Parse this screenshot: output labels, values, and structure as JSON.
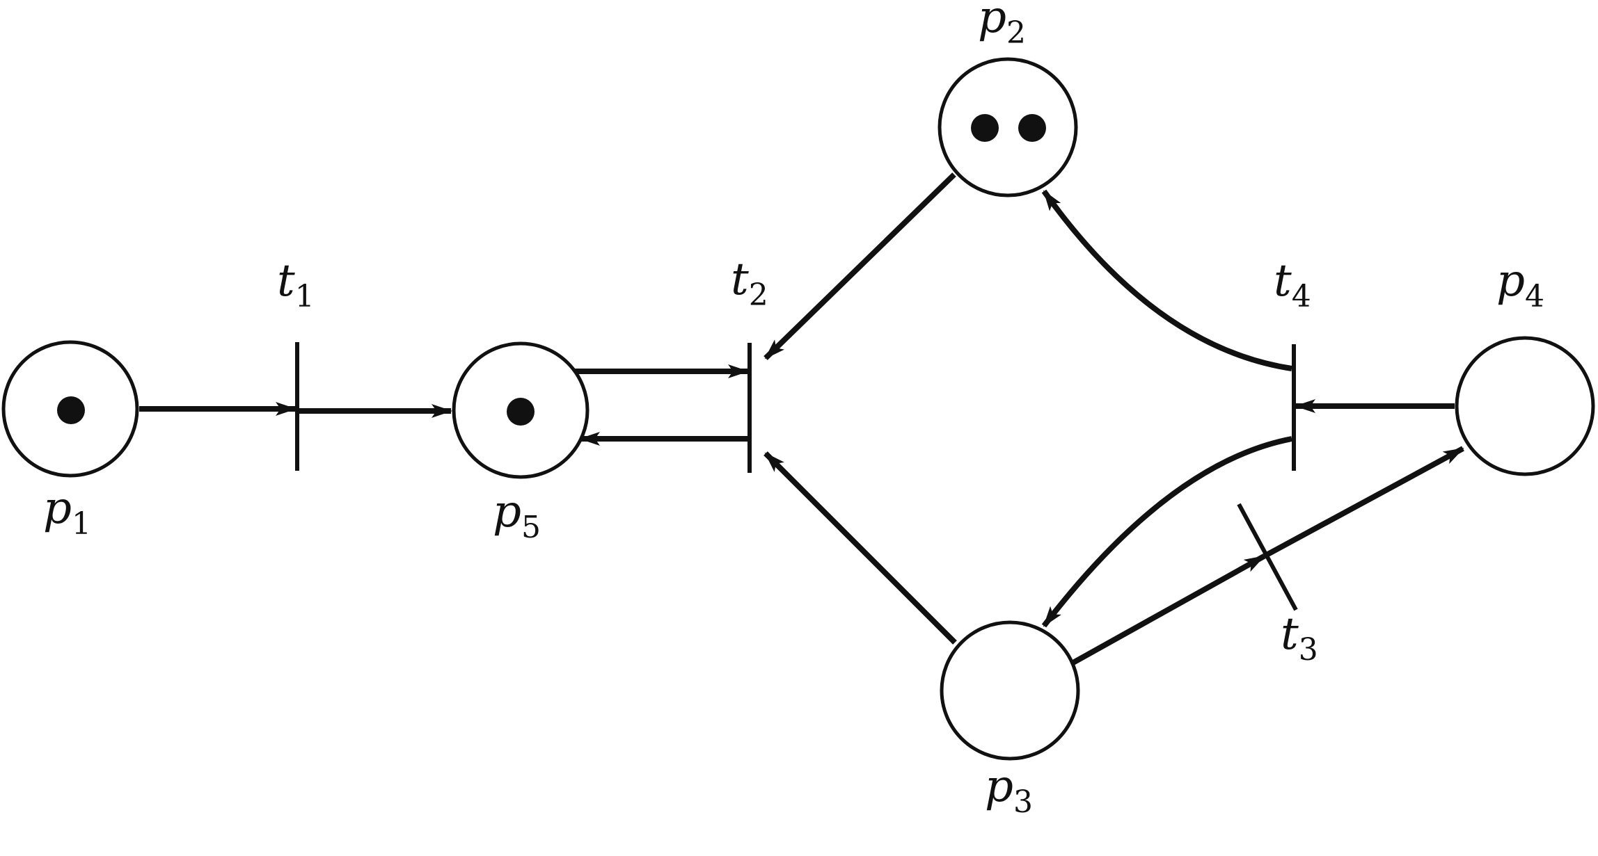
{
  "places": [
    {
      "id": "p1",
      "label": {
        "letter": "p",
        "sub": "1"
      },
      "tokens": 1
    },
    {
      "id": "p2",
      "label": {
        "letter": "p",
        "sub": "2"
      },
      "tokens": 2
    },
    {
      "id": "p3",
      "label": {
        "letter": "p",
        "sub": "3"
      },
      "tokens": 0
    },
    {
      "id": "p4",
      "label": {
        "letter": "p",
        "sub": "4"
      },
      "tokens": 0
    },
    {
      "id": "p5",
      "label": {
        "letter": "p",
        "sub": "5"
      },
      "tokens": 1
    }
  ],
  "transitions": [
    {
      "id": "t1",
      "label": {
        "letter": "t",
        "sub": "1"
      }
    },
    {
      "id": "t2",
      "label": {
        "letter": "t",
        "sub": "2"
      }
    },
    {
      "id": "t3",
      "label": {
        "letter": "t",
        "sub": "3"
      }
    },
    {
      "id": "t4",
      "label": {
        "letter": "t",
        "sub": "4"
      }
    }
  ],
  "arcs": [
    {
      "from": "p1",
      "to": "t1"
    },
    {
      "from": "t1",
      "to": "p5"
    },
    {
      "from": "p5",
      "to": "t2"
    },
    {
      "from": "t2",
      "to": "p5"
    },
    {
      "from": "p2",
      "to": "t2"
    },
    {
      "from": "p3",
      "to": "t2"
    },
    {
      "from": "t4",
      "to": "p2"
    },
    {
      "from": "p4",
      "to": "t4"
    },
    {
      "from": "t4",
      "to": "p3"
    },
    {
      "from": "p3",
      "to": "t3"
    },
    {
      "from": "t3",
      "to": "p4"
    }
  ],
  "colors": {
    "ink": "#111111",
    "background": "#ffffff"
  }
}
